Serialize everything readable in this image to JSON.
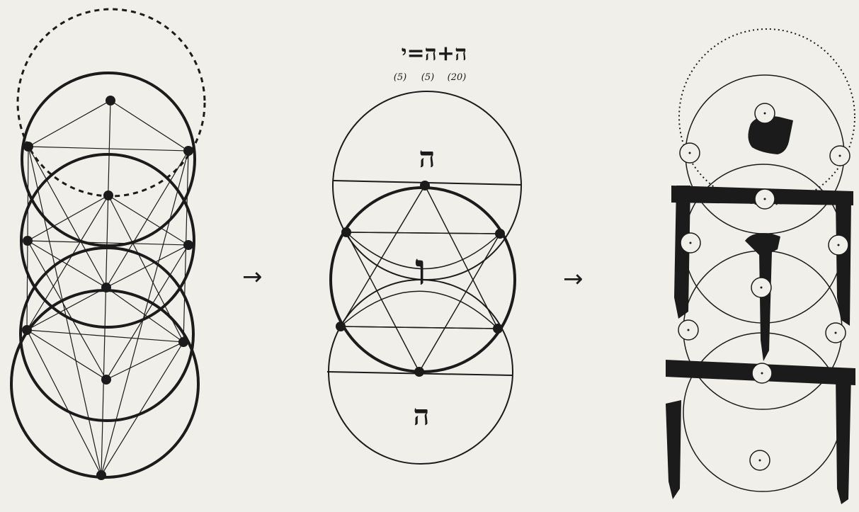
{
  "equation": {
    "letters": "ה+ה=י",
    "values": [
      "(5)",
      "(5)",
      "(20)"
    ]
  },
  "arrows": [
    "→",
    "→"
  ],
  "middle_letters": {
    "top": "ה",
    "center": "ו",
    "bottom": "ה"
  },
  "colors": {
    "background": "#f1efe9",
    "ink": "#1b1b1b"
  }
}
